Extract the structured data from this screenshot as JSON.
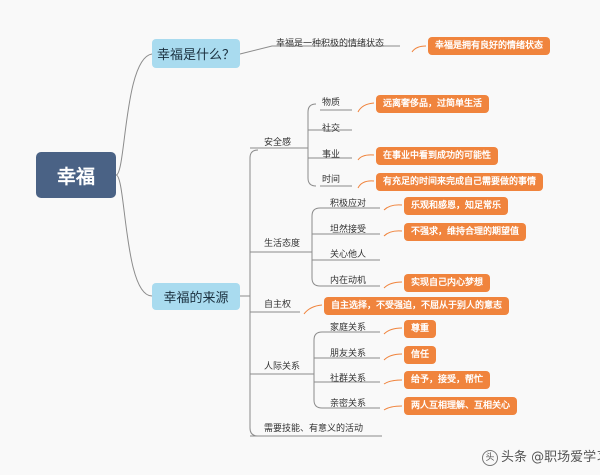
{
  "root": "幸福",
  "branches": {
    "what": {
      "label": "幸福是什么？",
      "child": "幸福是一种积极的情绪状态",
      "note": "幸福是拥有良好的情绪状态"
    },
    "source": {
      "label": "幸福的来源",
      "security": {
        "label": "安全感",
        "items": [
          {
            "label": "物质",
            "note": "远离奢侈品，过简单生活"
          },
          {
            "label": "社交",
            "note": ""
          },
          {
            "label": "事业",
            "note": "在事业中看到成功的可能性"
          },
          {
            "label": "时间",
            "note": "有充足的时间来完成自己需要做的事情"
          }
        ]
      },
      "attitude": {
        "label": "生活态度",
        "items": [
          {
            "label": "积极应对",
            "note": "乐观和感恩，知足常乐"
          },
          {
            "label": "坦然接受",
            "note": "不强求，维持合理的期望值"
          },
          {
            "label": "关心他人",
            "note": ""
          },
          {
            "label": "内在动机",
            "note": "实现自己内心梦想"
          }
        ]
      },
      "autonomy": {
        "label": "自主权",
        "note": "自主选择，不受强迫，不屈从于别人的意志"
      },
      "relations": {
        "label": "人际关系",
        "items": [
          {
            "label": "家庭关系",
            "note": "尊重"
          },
          {
            "label": "朋友关系",
            "note": "信任"
          },
          {
            "label": "社群关系",
            "note": "给予，接受，帮忙"
          },
          {
            "label": "亲密关系",
            "note": "两人互相理解、互相关心"
          }
        ]
      },
      "skills": {
        "label": "需要技能、有意义的活动"
      }
    }
  },
  "watermark": "头条 @职场爱学习",
  "colors": {
    "root": "#4a6285",
    "level1": "#a9dbef",
    "note": "#f0843d",
    "line": "#8a8a8a"
  }
}
